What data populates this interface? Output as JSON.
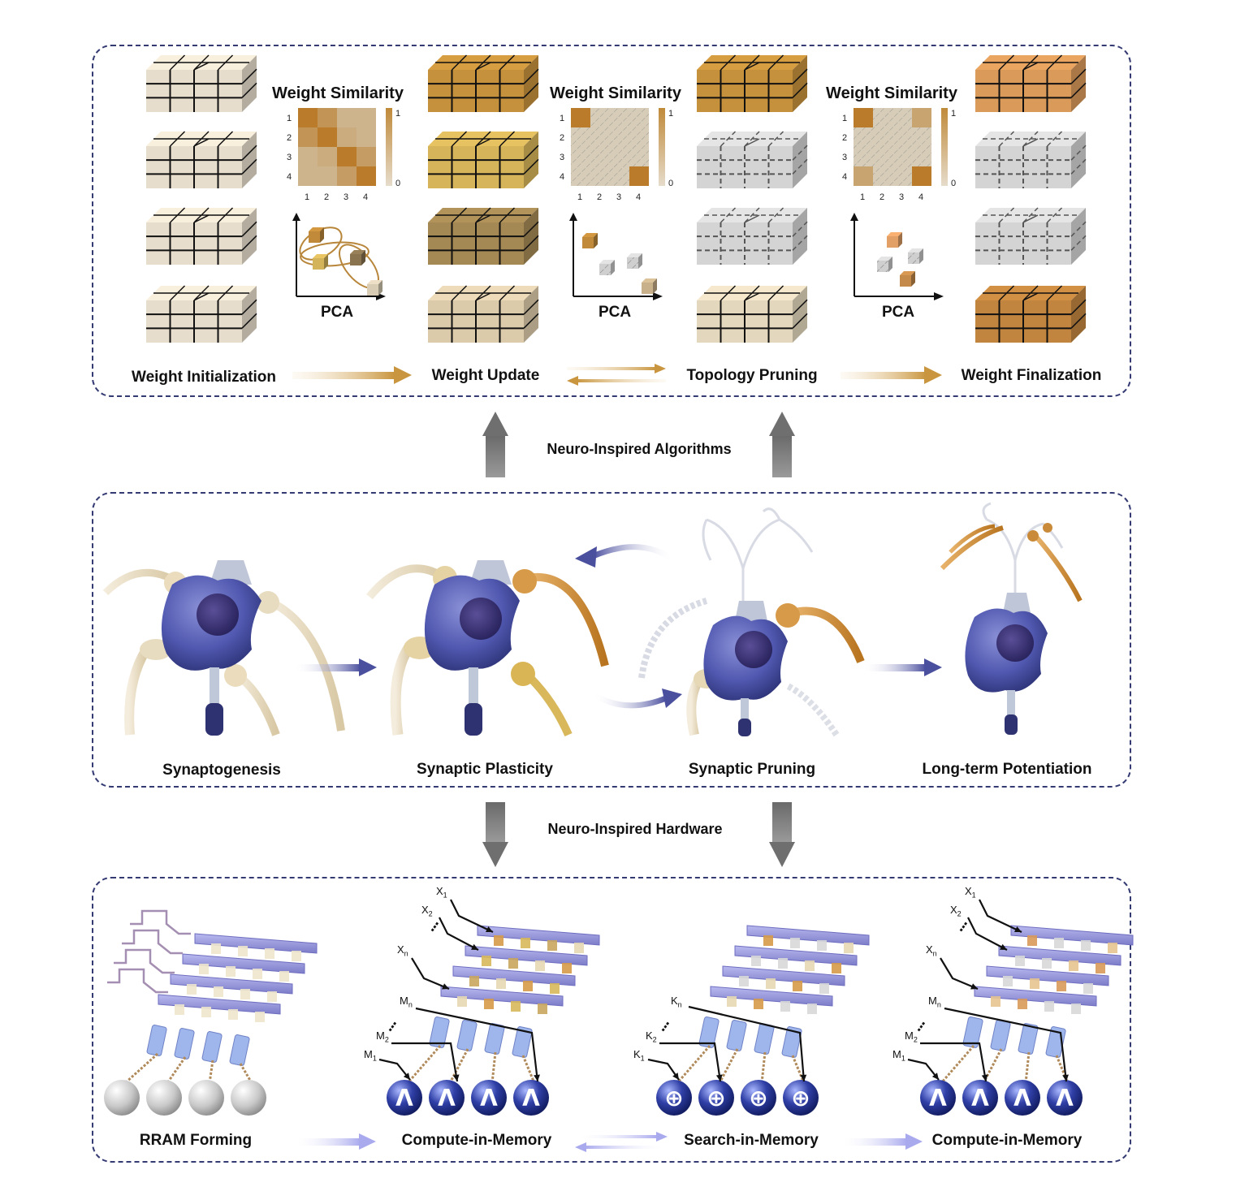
{
  "colors": {
    "panel_border": "#343a72",
    "gold": "#c9963f",
    "gold_dark": "#a96f1f",
    "neuron": "#4b54a8",
    "nucleus": "#3b3473",
    "arrow_gray": "#777777",
    "purple_arrow": "#4a4f9e",
    "crossbar": "#8f8fd8"
  },
  "algorithms": {
    "matrix_title": "Weight Similarity",
    "pca_label": "PCA",
    "row_ticks": [
      "1",
      "2",
      "3",
      "4"
    ],
    "col_ticks": [
      "1",
      "2",
      "3",
      "4"
    ],
    "colorbar_max": "1",
    "colorbar_min": "0",
    "stages": [
      "Weight Initialization",
      "Weight Update",
      "Topology Pruning",
      "Weight Finalization"
    ]
  },
  "links": {
    "algorithms": "Neuro-Inspired Algorithms",
    "hardware": "Neuro-Inspired Hardware"
  },
  "biology": {
    "stages": [
      "Synaptogenesis",
      "Synaptic Plasticity",
      "Synaptic Pruning",
      "Long-term Potentiation"
    ]
  },
  "hardware": {
    "stages": [
      "RRAM Forming",
      "Compute-in-Memory",
      "Search-in-Memory",
      "Compute-in-Memory"
    ],
    "x_inputs": {
      "x1": "X",
      "x1_sub": "1",
      "x2": "X",
      "x2_sub": "2",
      "xn": "X",
      "xn_sub": "n"
    },
    "m_inputs": {
      "mn": "M",
      "mn_sub": "n",
      "m2": "M",
      "m2_sub": "2",
      "m1": "M",
      "m1_sub": "1"
    },
    "k_inputs": {
      "kn": "K",
      "kn_sub": "n",
      "k2": "K",
      "k2_sub": "2",
      "k1": "K",
      "k1_sub": "1"
    },
    "ellipsis": "⋮",
    "and_symbol": "Λ",
    "xor_symbol": "⊕"
  }
}
